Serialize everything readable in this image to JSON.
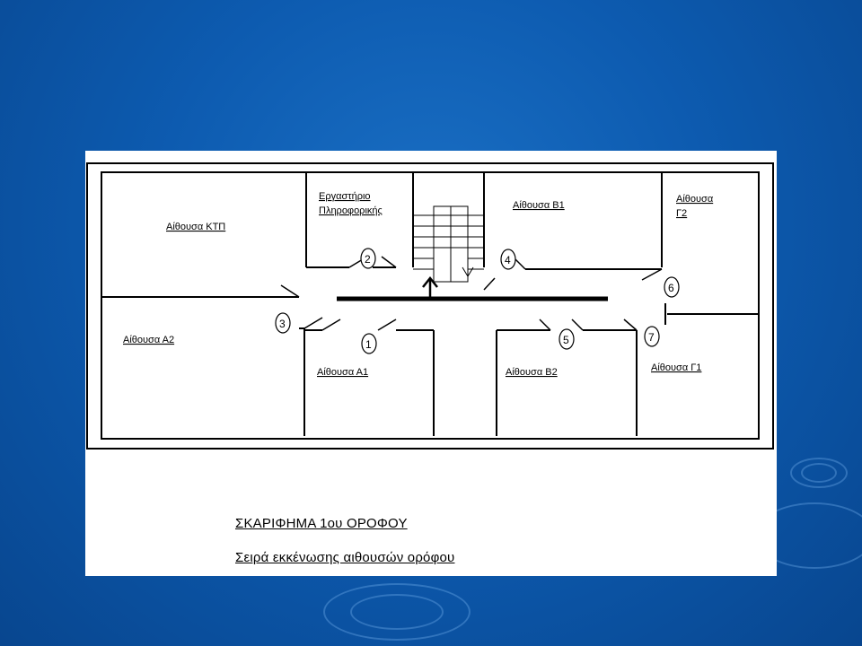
{
  "plan": {
    "rooms": {
      "ktp": "Αίθουσα ΚΤΠ",
      "lab_line1": "Εργαστήριο",
      "lab_line2": "Πληροφορικής",
      "b1": "Αίθουσα Β1",
      "g2_line1": "Αίθουσα",
      "g2_line2": "Γ2",
      "a2": "Αίθουσα  Α2",
      "a1": "Αίθουσα Α1",
      "b2": "Αίθουσα Β2",
      "g1": "Αίθουσα Γ1"
    },
    "evacuation_order": [
      "1",
      "2",
      "3",
      "4",
      "5",
      "6",
      "7"
    ]
  },
  "caption": {
    "title": "ΣΚΑΡΙΦΗΜΑ  1ου  ΟΡΟΦΟΥ",
    "subtitle": "Σειρά εκκένωσης αιθουσών ορόφου"
  },
  "colors": {
    "background": "#0d5bb0",
    "paper": "#ffffff",
    "lines": "#000000"
  }
}
